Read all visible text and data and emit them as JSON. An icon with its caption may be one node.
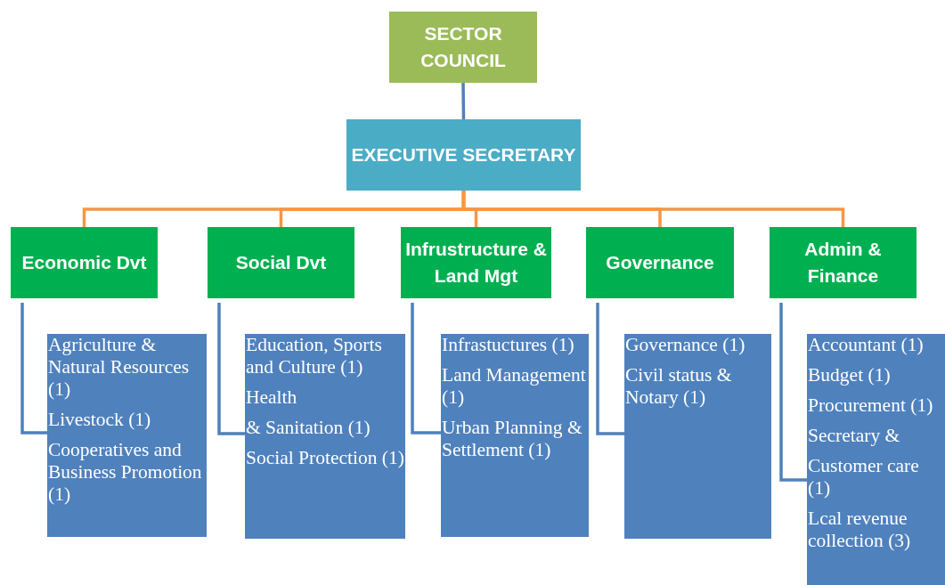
{
  "diagram": {
    "nodes": [
      {
        "text": [
          "SECTOR COUNCIL"
        ]
      },
      {
        "text": [
          "EXECUTIVE SECRETARY"
        ]
      },
      {
        "text": [
          "Economic Dvt"
        ]
      },
      {
        "text": [
          "Social Dvt"
        ]
      },
      {
        "text": [
          "Infrustructure & Land Mgt"
        ]
      },
      {
        "text": [
          "Governance"
        ]
      },
      {
        "text": [
          "Admin & Finance"
        ]
      },
      {
        "text": [
          "Agriculture & Natural Resources (1)",
          "Livestock (1)",
          "Cooperatives and Business Promotion (1)"
        ]
      },
      {
        "text": [
          "Education, Sports and Culture (1)",
          "Health",
          "& Sanitation (1)",
          "Social Protection (1)"
        ]
      },
      {
        "text": [
          "Infrastuctures (1)",
          "Land Management (1)",
          "Urban Planning & Settlement (1)"
        ]
      },
      {
        "text": [
          "Governance (1)",
          "Civil status & Notary (1)"
        ]
      },
      {
        "text": [
          "Accountant (1)",
          "Budget (1)",
          "Procurement (1)",
          "Secretary &",
          "Customer care (1)",
          "Lcal revenue collection (3)"
        ]
      }
    ],
    "edges": [
      {
        "from": 0,
        "to": 1,
        "arrow": "none"
      },
      {
        "from": 1,
        "to": 2,
        "arrow": "none",
        "color": "#f79646"
      },
      {
        "from": 1,
        "to": 3,
        "arrow": "none",
        "color": "#f79646"
      },
      {
        "from": 1,
        "to": 4,
        "arrow": "none",
        "color": "#f79646"
      },
      {
        "from": 1,
        "to": 5,
        "arrow": "none",
        "color": "#f79646"
      },
      {
        "from": 1,
        "to": 6,
        "arrow": "none",
        "color": "#f79646"
      },
      {
        "from": 2,
        "to": 7,
        "arrow": "none"
      },
      {
        "from": 3,
        "to": 8,
        "arrow": "none"
      },
      {
        "from": 4,
        "to": 9,
        "arrow": "none"
      },
      {
        "from": 5,
        "to": 10,
        "arrow": "none"
      },
      {
        "from": 6,
        "to": 11,
        "arrow": "none"
      }
    ]
  }
}
